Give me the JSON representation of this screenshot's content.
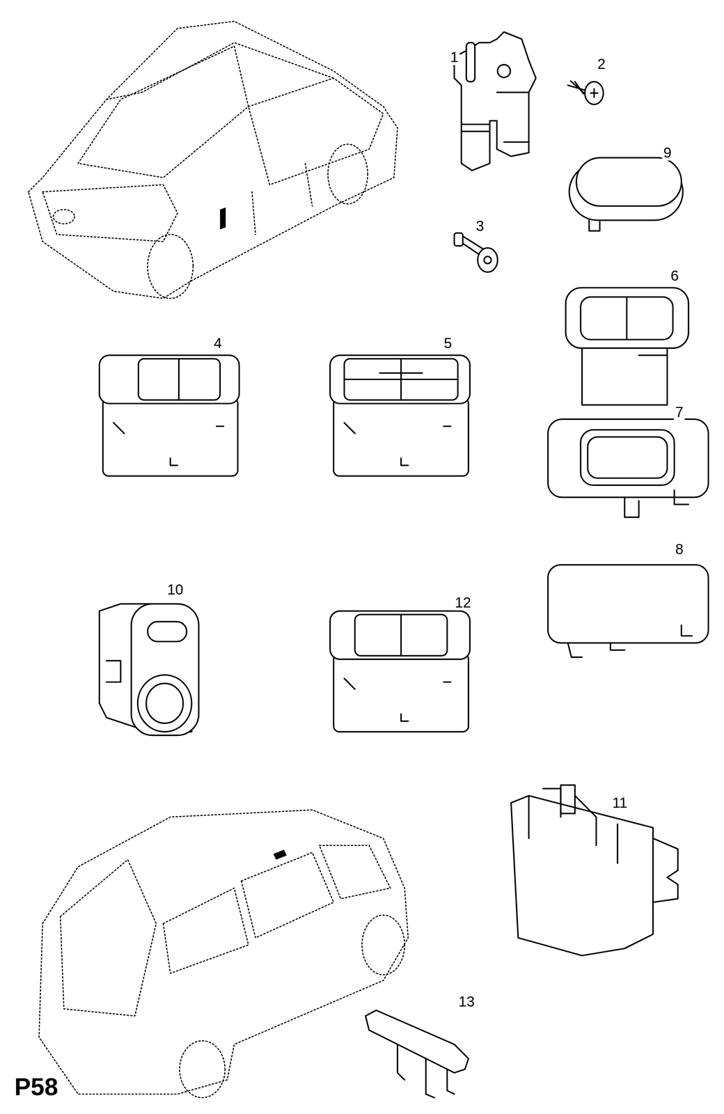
{
  "diagram": {
    "labels": [
      "1",
      "2",
      "9",
      "3",
      "6",
      "4",
      "5",
      "7",
      "8",
      "10",
      "12",
      "11",
      "13",
      "P58"
    ]
  }
}
